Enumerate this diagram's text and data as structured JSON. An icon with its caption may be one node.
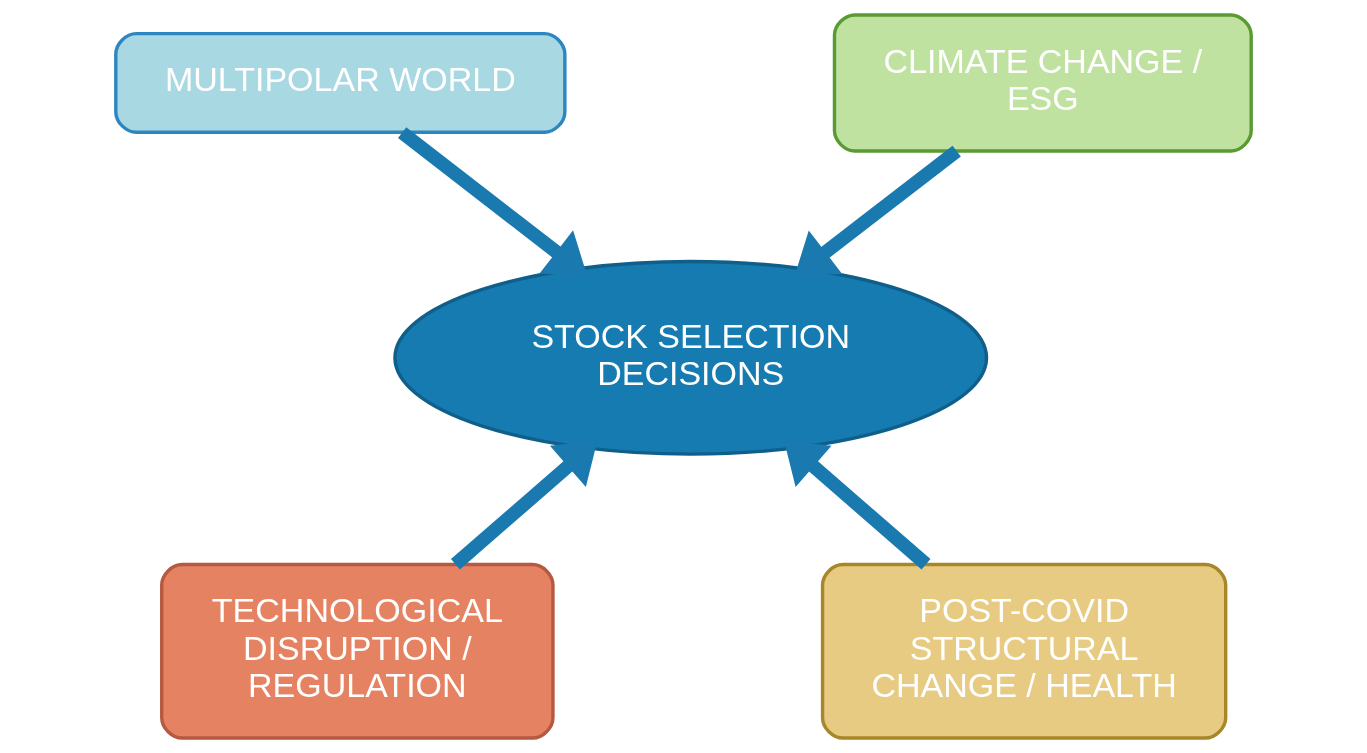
{
  "diagram": {
    "nodes": [
      {
        "text": [
          "MULTIPOLAR WORLD"
        ]
      },
      {
        "text": [
          "CLIMATE CHANGE / ESG"
        ]
      },
      {
        "text": [
          "STOCK SELECTION DECISIONS"
        ]
      },
      {
        "text": [
          "TECHNOLOGICAL DISRUPTION / REGULATION"
        ]
      },
      {
        "text": [
          "POST-COVID STRUCTURAL CHANGE / HEALTH"
        ]
      }
    ],
    "edges": [
      {
        "from": 0,
        "to": 2,
        "arrow": "to"
      },
      {
        "from": 1,
        "to": 2,
        "arrow": "to"
      },
      {
        "from": 3,
        "to": 2,
        "arrow": "to"
      },
      {
        "from": 4,
        "to": 2,
        "arrow": "to"
      }
    ]
  }
}
